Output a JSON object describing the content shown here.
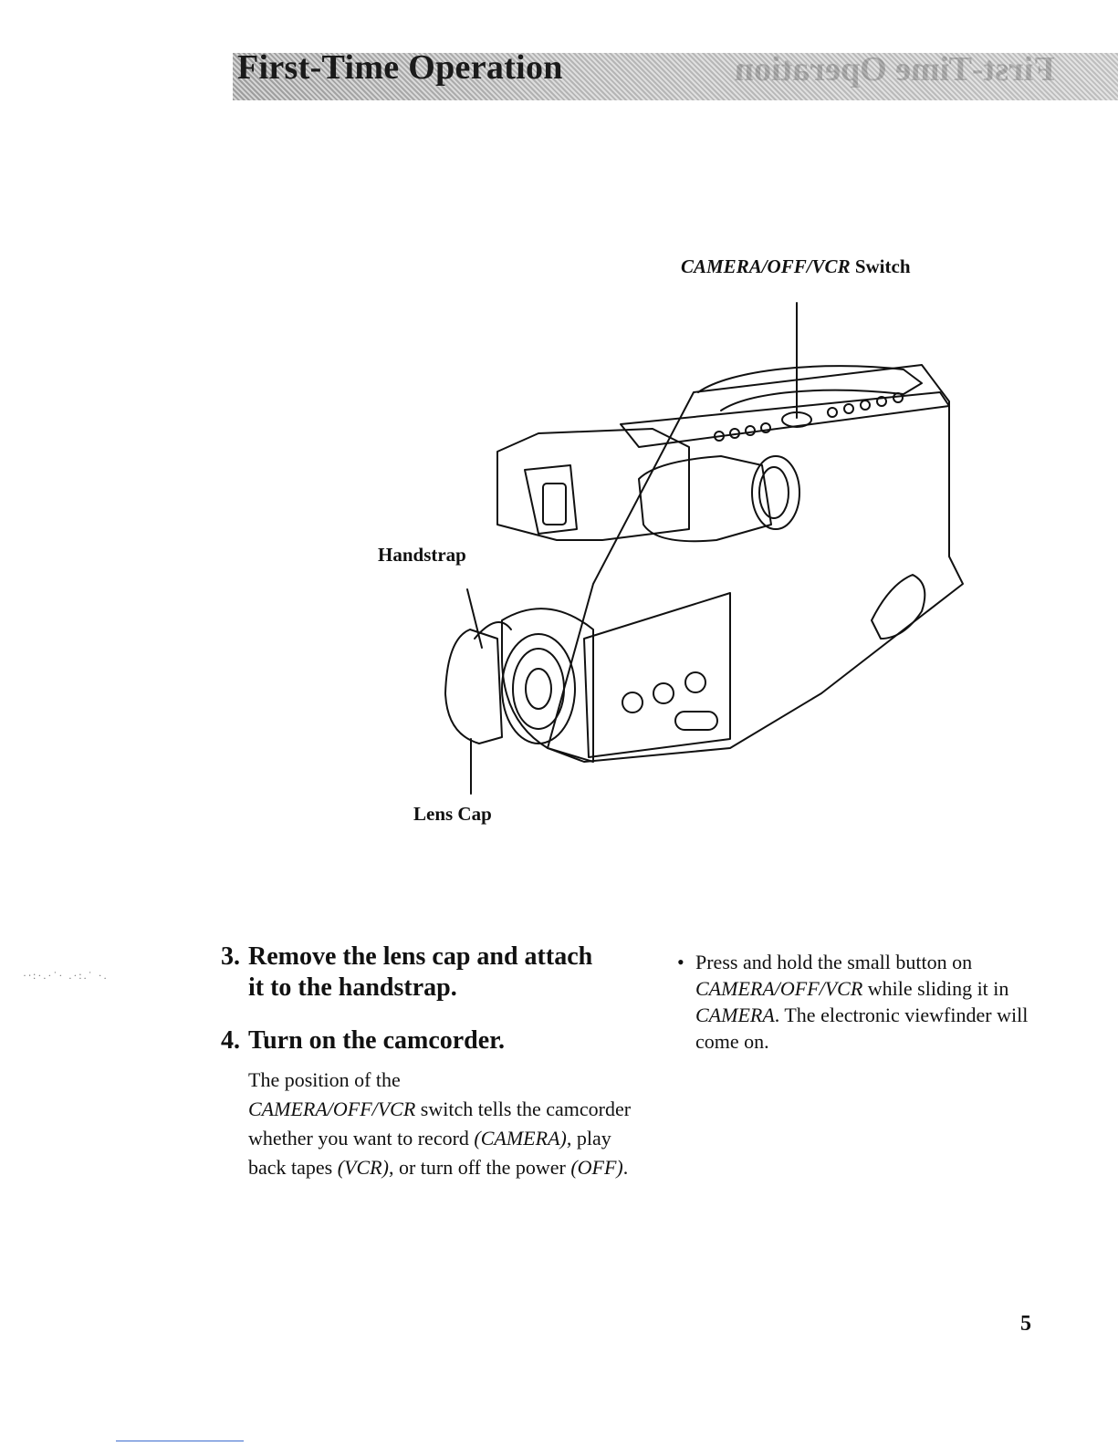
{
  "header": {
    "title": "First-Time Operation"
  },
  "figure": {
    "callout_switch_italic": "CAMERA/OFF/VCR",
    "callout_switch_rest": " Switch",
    "callout_handstrap": "Handstrap",
    "callout_lenscap": "Lens Cap"
  },
  "steps": [
    {
      "number": "3.",
      "line1": "Remove the lens cap and attach",
      "line2": "it to the handstrap."
    },
    {
      "number": "4.",
      "line1": "Turn on the camcorder."
    }
  ],
  "step4_body": {
    "t1": "The position of the",
    "i1": "CAMERA/OFF/VCR",
    "t2": " switch tells the camcorder whether you want to record ",
    "i2": "(CAMERA)",
    "t3": ", play back tapes ",
    "i3": "(VCR)",
    "t4": ", or turn off the power ",
    "i4": "(OFF)",
    "t5": "."
  },
  "bullet": {
    "symbol": "•",
    "t1": "Press and hold the small button on ",
    "i1": "CAMERA/OFF/VCR",
    "t2": " while sliding it in ",
    "i2": "CAMERA",
    "t3": ". The electronic viewfinder will come on."
  },
  "page_number": "5"
}
